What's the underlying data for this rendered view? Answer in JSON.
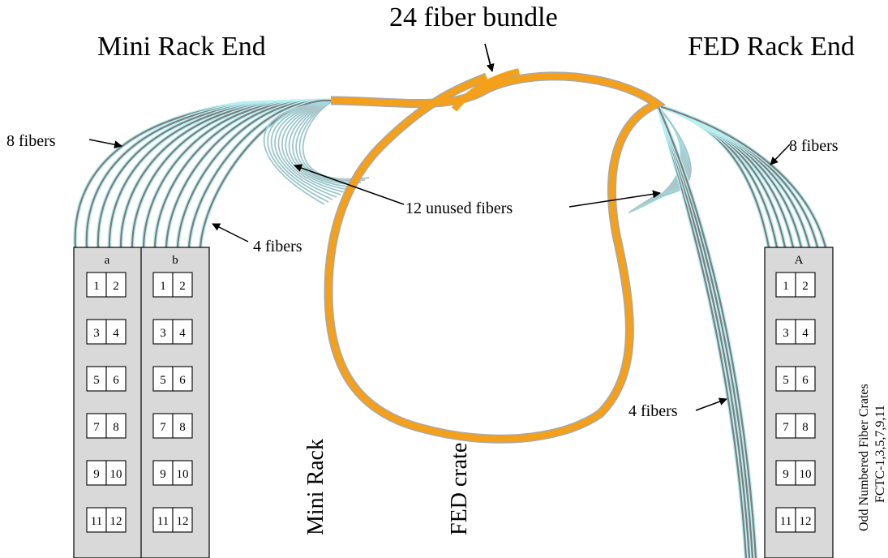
{
  "titles": {
    "mini_rack_end": "Mini Rack End",
    "bundle": "24 fiber bundle",
    "fed_rack_end": "FED Rack End"
  },
  "labels": {
    "left_8_fibers": "8 fibers",
    "left_4_fibers": "4 fibers",
    "unused": "12 unused fibers",
    "right_8_fibers": "8 fibers",
    "right_4_fibers": "4 fibers"
  },
  "vertical_labels": {
    "mini_rack": "Mini Rack",
    "fed_crate": "FED crate",
    "odd_crates": "Odd Numbered Fiber Crates",
    "fctc_list": "FCTC-1,3,5,7,9,11"
  },
  "panels": {
    "left_a": "a",
    "left_b": "b",
    "right_A": "A",
    "slot_rows": [
      [
        "1",
        "2"
      ],
      [
        "3",
        "4"
      ],
      [
        "5",
        "6"
      ],
      [
        "7",
        "8"
      ],
      [
        "9",
        "10"
      ],
      [
        "11",
        "12"
      ]
    ]
  },
  "colors": {
    "bundle": "#f5a01a",
    "fiber_gray": "#7d7d7d",
    "fiber_cyan": "#b8f0f4",
    "panel_fill": "#d9d9d9"
  }
}
